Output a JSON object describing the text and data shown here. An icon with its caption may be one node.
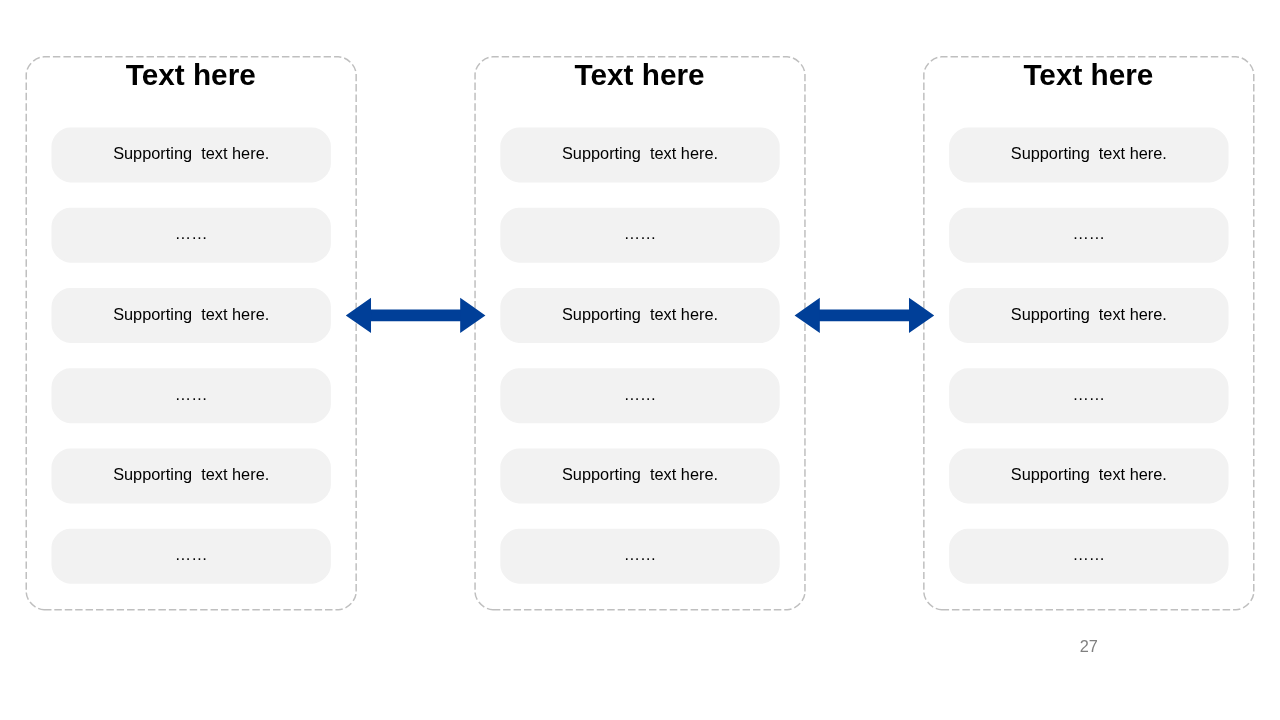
{
  "diagram": {
    "nodes": [
      {
        "text": [
          "Text here"
        ]
      },
      {
        "text": [
          "Supporting  text here."
        ],
        "in": 0
      },
      {
        "text": [
          "……"
        ],
        "in": 0
      },
      {
        "text": [
          "Supporting  text here."
        ],
        "in": 0
      },
      {
        "text": [
          "……"
        ],
        "in": 0
      },
      {
        "text": [
          "Supporting  text here."
        ],
        "in": 0
      },
      {
        "text": [
          "……"
        ],
        "in": 0
      },
      {
        "text": [
          "Text here"
        ]
      },
      {
        "text": [
          "Supporting  text here."
        ],
        "in": 7
      },
      {
        "text": [
          "……"
        ],
        "in": 7
      },
      {
        "text": [
          "Supporting  text here."
        ],
        "in": 7
      },
      {
        "text": [
          "……"
        ],
        "in": 7
      },
      {
        "text": [
          "Supporting  text here."
        ],
        "in": 7
      },
      {
        "text": [
          "……"
        ],
        "in": 7
      },
      {
        "text": [
          "Text here"
        ]
      },
      {
        "text": [
          "Supporting  text here."
        ],
        "in": 14
      },
      {
        "text": [
          "……"
        ],
        "in": 14
      },
      {
        "text": [
          "Supporting  text here."
        ],
        "in": 14
      },
      {
        "text": [
          "……"
        ],
        "in": 14
      },
      {
        "text": [
          "Supporting  text here."
        ],
        "in": 14
      },
      {
        "text": [
          "……"
        ],
        "in": 14
      }
    ],
    "edges": [
      {
        "from": 0,
        "to": 7,
        "arrow": "both"
      },
      {
        "from": 7,
        "to": 14,
        "arrow": "both"
      }
    ],
    "labels": [
      "27"
    ]
  }
}
